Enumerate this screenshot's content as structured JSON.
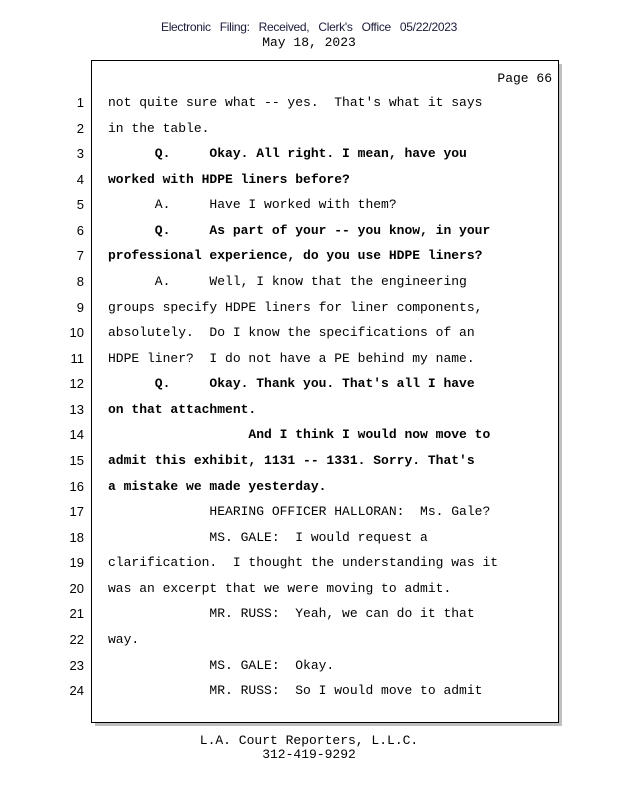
{
  "header": {
    "filing_stamp": "Electronic Filing: Received, Clerk's Office 05/22/2023",
    "date": "May 18, 2023"
  },
  "page_label": "Page 66",
  "lines": [
    {
      "n": "1",
      "text": "not quite sure what -- yes.  That's what it says",
      "bold": false
    },
    {
      "n": "2",
      "text": "in the table.",
      "bold": false
    },
    {
      "n": "3",
      "text": "      Q.     Okay. All right. I mean, have you",
      "bold": true
    },
    {
      "n": "4",
      "text": "worked with HDPE liners before?",
      "bold": true
    },
    {
      "n": "5",
      "text": "      A.     Have I worked with them?",
      "bold": false
    },
    {
      "n": "6",
      "text": "      Q.     As part of your -- you know, in your",
      "bold": true
    },
    {
      "n": "7",
      "text": "professional experience, do you use HDPE liners?",
      "bold": true
    },
    {
      "n": "8",
      "text": "      A.     Well, I know that the engineering",
      "bold": false
    },
    {
      "n": "9",
      "text": "groups specify HDPE liners for liner components,",
      "bold": false
    },
    {
      "n": "10",
      "text": "absolutely.  Do I know the specifications of an",
      "bold": false
    },
    {
      "n": "11",
      "text": "HDPE liner?  I do not have a PE behind my name.",
      "bold": false
    },
    {
      "n": "12",
      "text": "      Q.     Okay. Thank you. That's all I have",
      "bold": true
    },
    {
      "n": "13",
      "text": "on that attachment.",
      "bold": true
    },
    {
      "n": "14",
      "text": "                  And I think I would now move to",
      "bold": true
    },
    {
      "n": "15",
      "text": "admit this exhibit, 1131 -- 1331. Sorry. That's",
      "bold": true
    },
    {
      "n": "16",
      "text": "a mistake we made yesterday.",
      "bold": true
    },
    {
      "n": "17",
      "text": "             HEARING OFFICER HALLORAN:  Ms. Gale?",
      "bold": false
    },
    {
      "n": "18",
      "text": "             MS. GALE:  I would request a",
      "bold": false
    },
    {
      "n": "19",
      "text": "clarification.  I thought the understanding was it",
      "bold": false
    },
    {
      "n": "20",
      "text": "was an excerpt that we were moving to admit.",
      "bold": false
    },
    {
      "n": "21",
      "text": "             MR. RUSS:  Yeah, we can do it that",
      "bold": false
    },
    {
      "n": "22",
      "text": "way.",
      "bold": false
    },
    {
      "n": "23",
      "text": "             MS. GALE:  Okay.",
      "bold": false
    },
    {
      "n": "24",
      "text": "             MR. RUSS:  So I would move to admit",
      "bold": false
    }
  ],
  "footer": {
    "company": "L.A. Court Reporters, L.L.C.",
    "phone": "312-419-9292"
  }
}
